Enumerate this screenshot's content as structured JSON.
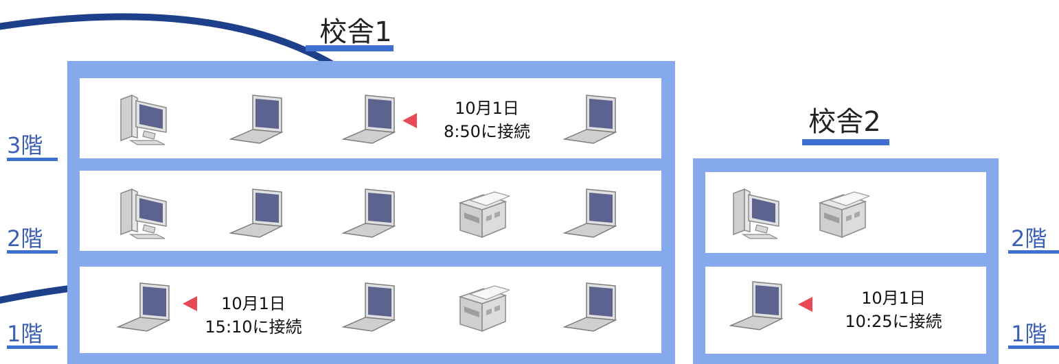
{
  "building1": {
    "title": "校舎1",
    "floors": [
      {
        "label": "3階",
        "devices": [
          "desktop-pc",
          "laptop",
          "laptop",
          "laptop"
        ],
        "note": {
          "date": "10月1日",
          "time": "8:50に接続"
        }
      },
      {
        "label": "2階",
        "devices": [
          "desktop-pc",
          "laptop",
          "laptop",
          "printer",
          "laptop"
        ]
      },
      {
        "label": "1階",
        "devices": [
          "laptop",
          "laptop",
          "printer",
          "laptop"
        ],
        "note": {
          "date": "10月1日",
          "time": "15:10に接続"
        }
      }
    ]
  },
  "building2": {
    "title": "校舎2",
    "floors": [
      {
        "label": "2階",
        "devices": [
          "desktop-pc",
          "printer"
        ]
      },
      {
        "label": "1階",
        "devices": [
          "laptop"
        ],
        "note": {
          "date": "10月1日",
          "time": "10:25に接続"
        }
      }
    ]
  },
  "colors": {
    "building": "#86a8ec",
    "underline": "#3f6fd1",
    "curve": "#1e3f8a",
    "arrow": "#e84a55"
  }
}
